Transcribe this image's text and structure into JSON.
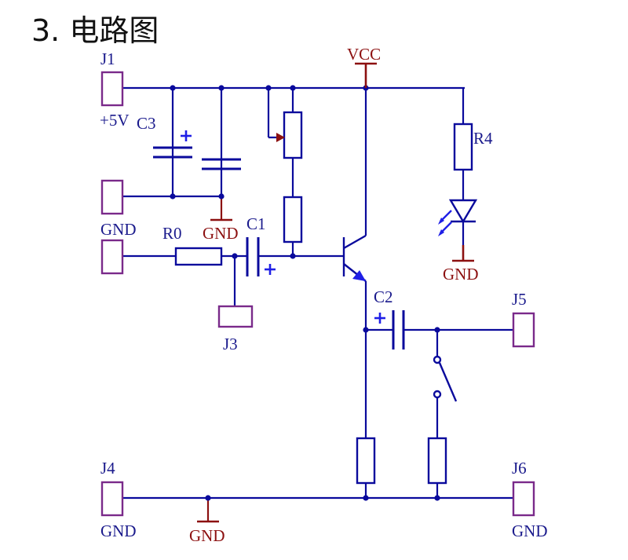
{
  "title": "3. 电路图",
  "labels": {
    "vcc": "VCC",
    "j1": "J1",
    "v5": "+5V",
    "c3": "C3",
    "r4": "R4",
    "gnd_j1": "GND",
    "r0": "R0",
    "gnd_c3": "GND",
    "c1": "C1",
    "gnd_led": "GND",
    "j3": "J3",
    "c2": "C2",
    "j5": "J5",
    "j4": "J4",
    "j6": "J6",
    "gnd_j4": "GND",
    "gnd_mid": "GND",
    "gnd_j6": "GND"
  },
  "colors": {
    "wire": "#0a0a9c",
    "component": "#0a0a9c",
    "connector": "#7a2a8a",
    "power": "#8c1010",
    "polarity": "#1f1fe6",
    "label_blue": "#1a1a8c",
    "label_red": "#8c1010"
  }
}
